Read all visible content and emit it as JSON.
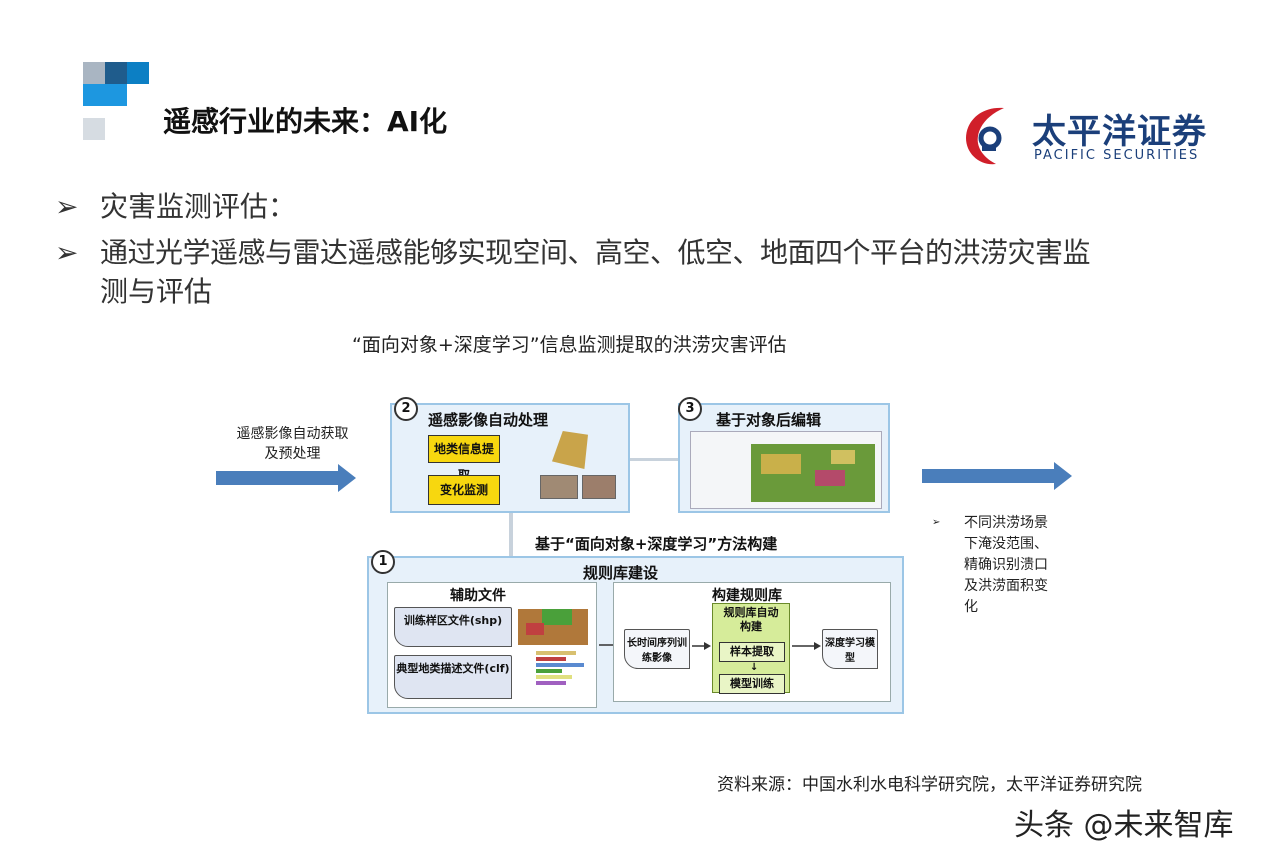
{
  "header": {
    "title": "遥感行业的未来：AI化",
    "logo_cn": "太平洋证券",
    "logo_en": "PACIFIC SECURITIES"
  },
  "bullets": [
    {
      "mark": "➢",
      "text": "灾害监测评估："
    },
    {
      "mark": "➢",
      "text": "通过光学遥感与雷达遥感能够实现空间、高空、低空、地面四个平台的洪涝灾害监",
      "cont": "测与评估"
    }
  ],
  "diagram": {
    "caption": "“面向对象+深度学习”信息监测提取的洪涝灾害评估",
    "input_label_1": "遥感影像自动获取",
    "input_label_2": "及预处理",
    "panel2": {
      "num": "2",
      "title": "遥感影像自动处理",
      "box1": "地类信息提取",
      "box2": "变化监测"
    },
    "panel3": {
      "num": "3",
      "title": "基于对象后编辑"
    },
    "connector_label": "基于“面向对象+深度学习”方法构建",
    "panel1": {
      "num": "1",
      "title": "规则库建设",
      "aux_title": "辅助文件",
      "doc1": "训练样区文件(shp)",
      "doc2": "典型地类描述文件(clf)",
      "rule_title": "构建规则库",
      "input_doc": "长时间序列训练影像",
      "auto_label": "规则库自动构建",
      "step1": "样本提取",
      "step2": "模型训练",
      "output_doc": "深度学习模型"
    },
    "output": {
      "mark": "➢",
      "text": "不同洪涝场景下淹没范围、精确识别溃口及洪涝面积变化"
    }
  },
  "source": "资料来源：中国水利水电科学研究院，太平洋证券研究院",
  "watermark": "头条 @未来智库"
}
